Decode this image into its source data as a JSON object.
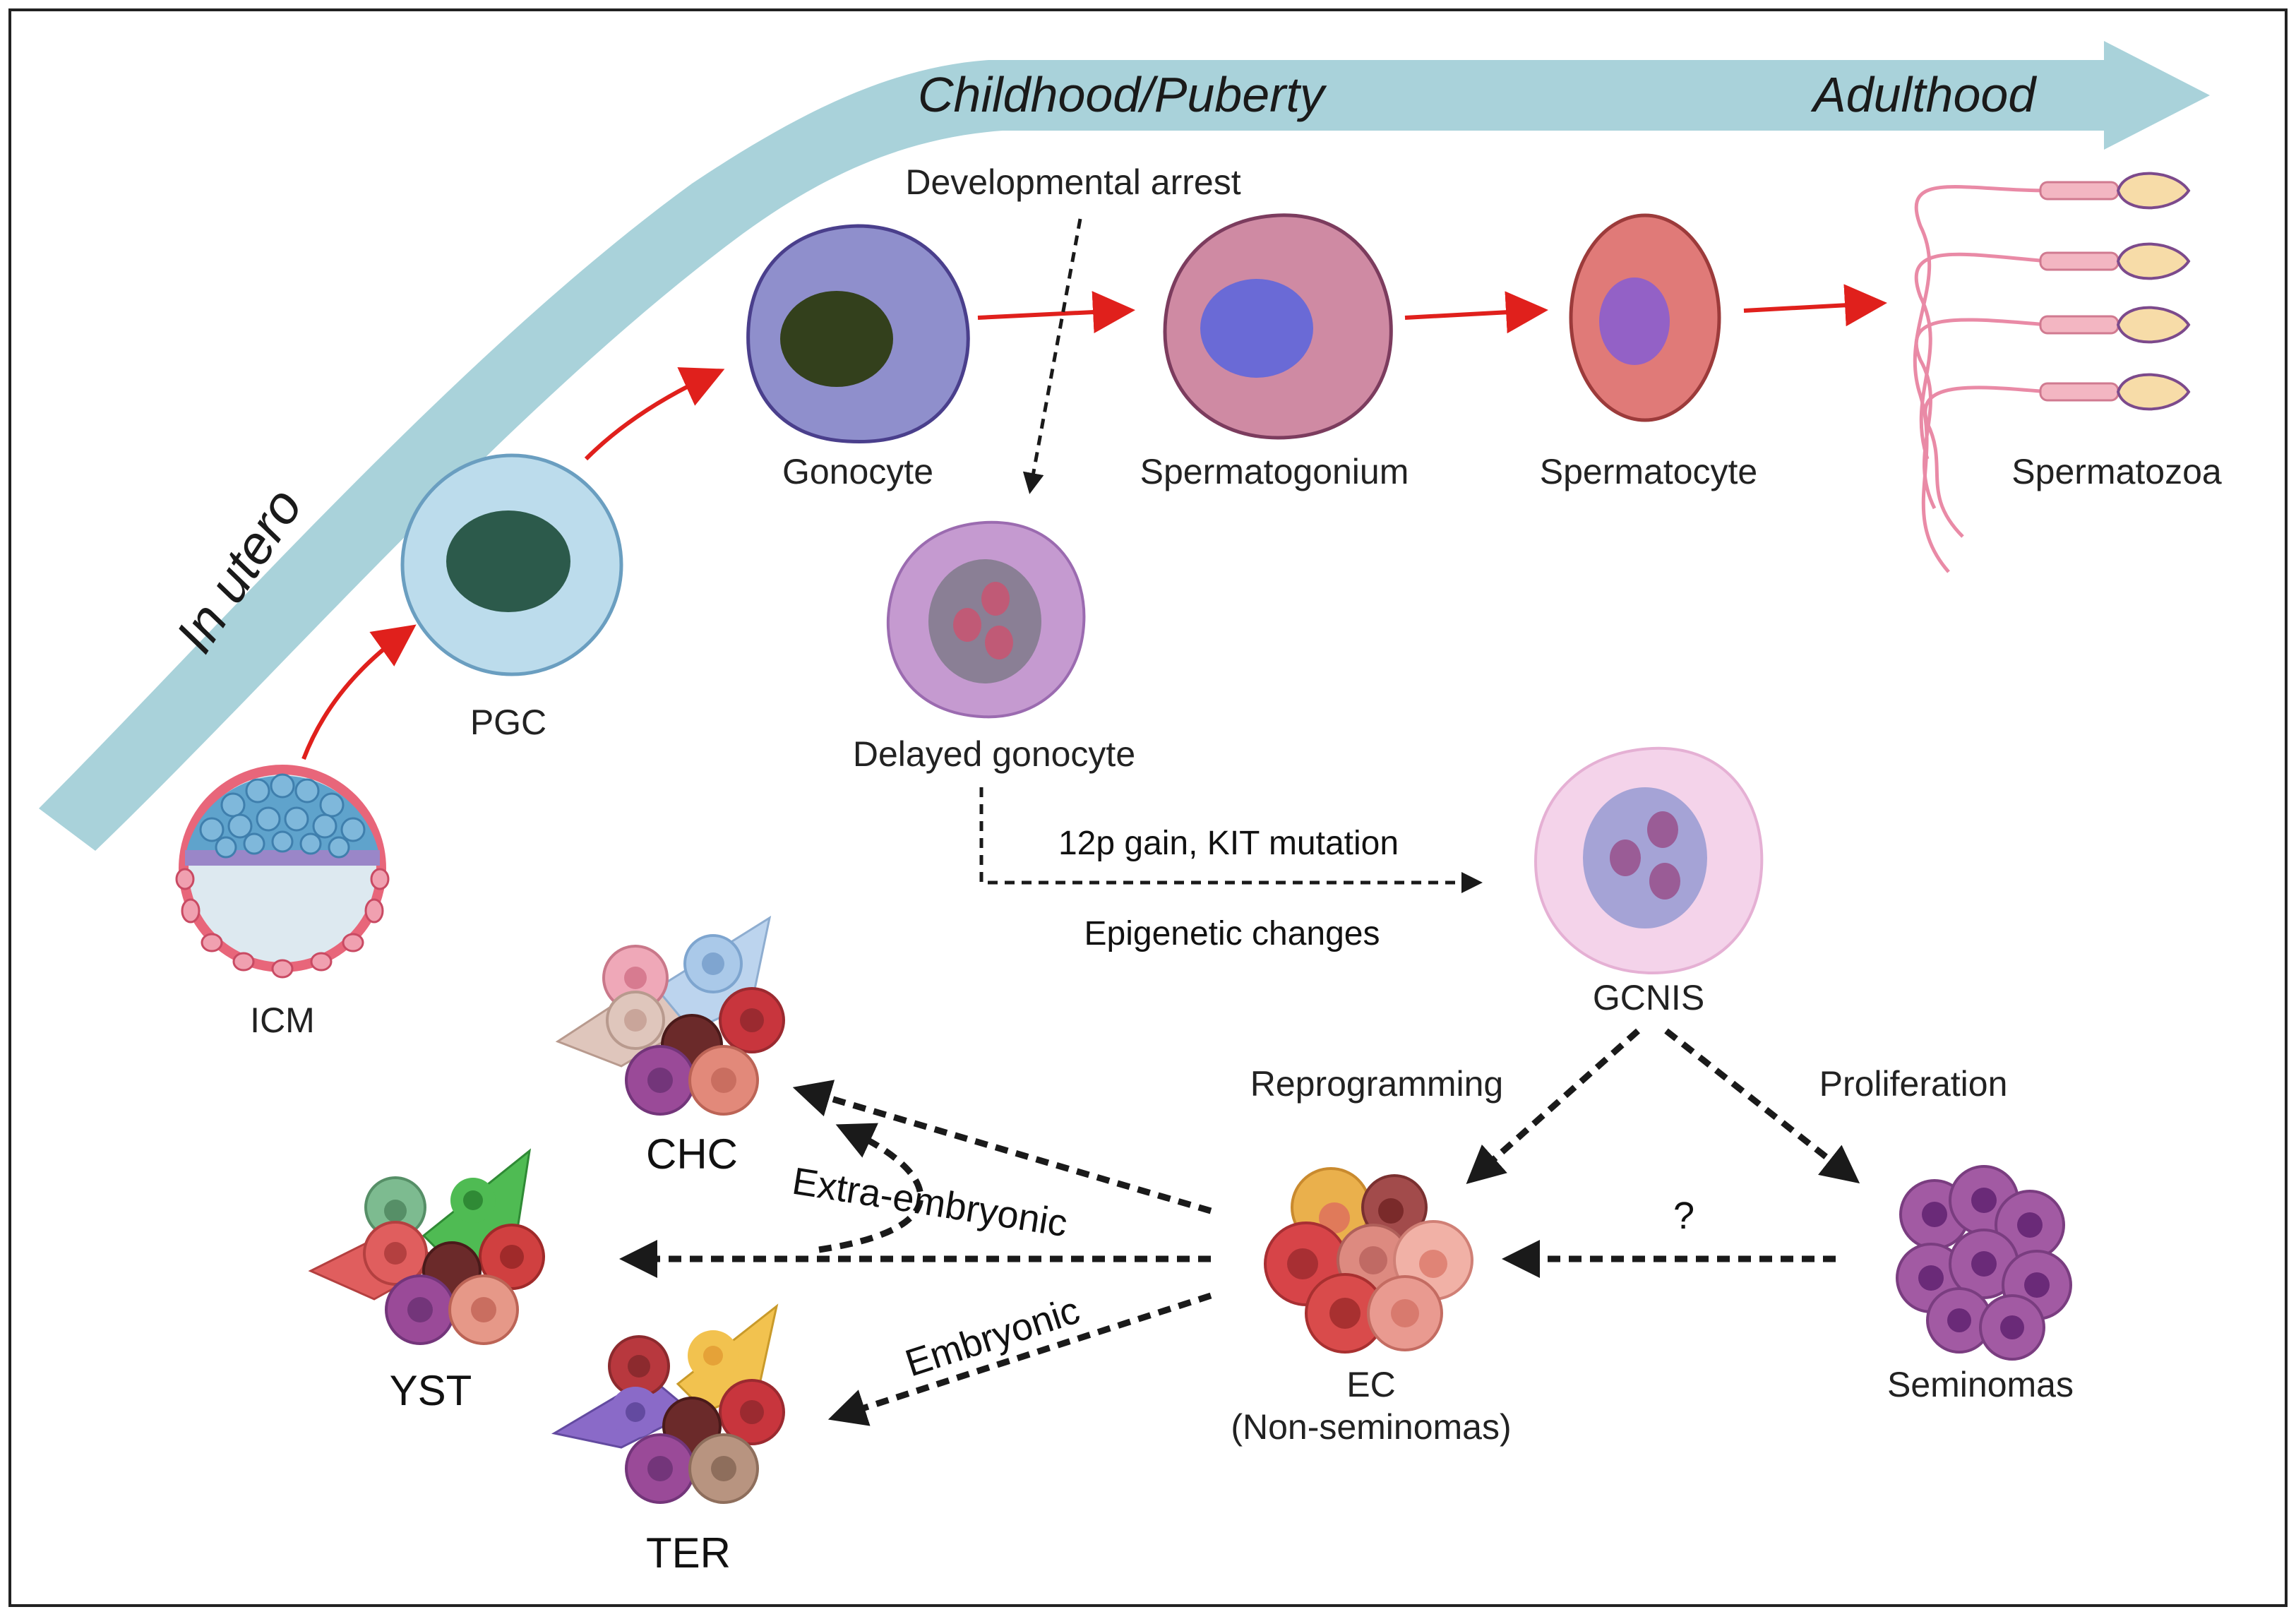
{
  "figure": {
    "frame_color": "#222222",
    "timeline": {
      "color": "#a9d2da",
      "labels": {
        "in_utero": "In utero",
        "childhood": "Childhood/Puberty",
        "adulthood": "Adulthood"
      }
    },
    "cells": {
      "icm": "ICM",
      "pgc": "PGC",
      "gonocyte": "Gonocyte",
      "spermatogonium": "Spermatogonium",
      "spermatocyte": "Spermatocyte",
      "spermatozoa": "Spermatozoa",
      "delayed_gonocyte": "Delayed gonocyte",
      "gcnis": "GCNIS",
      "ec_line1": "EC",
      "ec_line2": "(Non-seminomas)",
      "seminomas": "Seminomas",
      "chc": "CHC",
      "yst": "YST",
      "ter": "TER"
    },
    "annotations": {
      "developmental_arrest": "Developmental arrest",
      "gain_kit": "12p gain,  KIT mutation",
      "epigenetic": "Epigenetic changes",
      "reprogramming": "Reprogramming",
      "proliferation": "Proliferation",
      "question": "?",
      "extra_embryonic": "Extra-embryonic",
      "embryonic": "Embryonic"
    },
    "colors": {
      "development_arrow": "#e0201c",
      "dashed_arrow": "#1a1a1a",
      "pgc": "#bcdcec",
      "gonocyte": "#8f8fcc",
      "spermatogonium": "#cf8aa3",
      "spermatocyte": "#e07a78",
      "delayed_gonocyte": "#c59ad0",
      "gcnis": "#f4d3ea",
      "seminoma": "#a25aa3"
    }
  }
}
